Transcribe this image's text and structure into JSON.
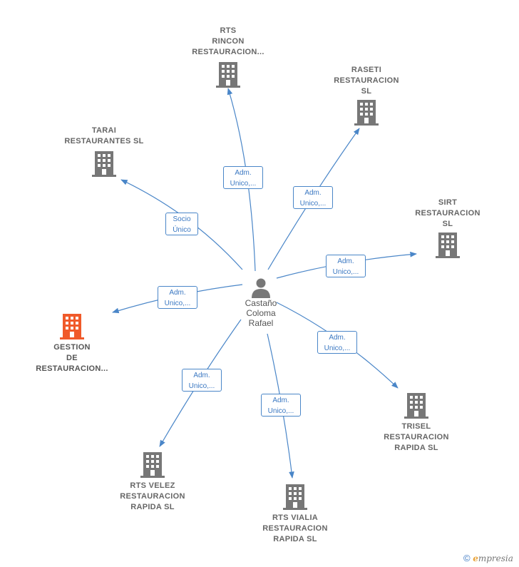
{
  "colors": {
    "edge": "#4a86c8",
    "building": "#777777",
    "building_highlight": "#f05a2a",
    "person": "#777777"
  },
  "center": {
    "lines": [
      "Castaño",
      "Coloma",
      "Rafael"
    ]
  },
  "nodes": [
    {
      "id": "rts-rincon",
      "lines": [
        "RTS",
        "RINCON",
        "RESTAURACION..."
      ]
    },
    {
      "id": "raseti",
      "lines": [
        "RASETI",
        "RESTAURACION",
        "SL"
      ]
    },
    {
      "id": "tarai",
      "lines": [
        "TARAI",
        "RESTAURANTES SL"
      ]
    },
    {
      "id": "sirt",
      "lines": [
        "SIRT",
        "RESTAURACION",
        "SL"
      ]
    },
    {
      "id": "gestion",
      "lines": [
        "GESTION",
        "DE",
        "RESTAURACION..."
      ],
      "highlight": true
    },
    {
      "id": "trisel",
      "lines": [
        "TRISEL",
        "RESTAURACION",
        "RAPIDA  SL"
      ]
    },
    {
      "id": "rts-velez",
      "lines": [
        "RTS VELEZ",
        "RESTAURACION",
        "RAPIDA  SL"
      ]
    },
    {
      "id": "rts-vialia",
      "lines": [
        "RTS VIALIA",
        "RESTAURACION",
        "RAPIDA  SL"
      ]
    }
  ],
  "edges": [
    {
      "to": "rts-rincon",
      "label": [
        "Adm.",
        "Unico,..."
      ]
    },
    {
      "to": "raseti",
      "label": [
        "Adm.",
        "Unico,..."
      ]
    },
    {
      "to": "tarai",
      "label": [
        "Socio",
        "Único"
      ]
    },
    {
      "to": "sirt",
      "label": [
        "Adm.",
        "Unico,..."
      ]
    },
    {
      "to": "gestion",
      "label": [
        "Adm.",
        "Unico,..."
      ]
    },
    {
      "to": "trisel",
      "label": [
        "Adm.",
        "Unico,..."
      ]
    },
    {
      "to": "rts-velez",
      "label": [
        "Adm.",
        "Unico,..."
      ]
    },
    {
      "to": "rts-vialia",
      "label": [
        "Adm.",
        "Unico,..."
      ]
    }
  ],
  "footer": {
    "copyright": "©",
    "brand_first": "e",
    "brand_rest": "mpresia"
  }
}
